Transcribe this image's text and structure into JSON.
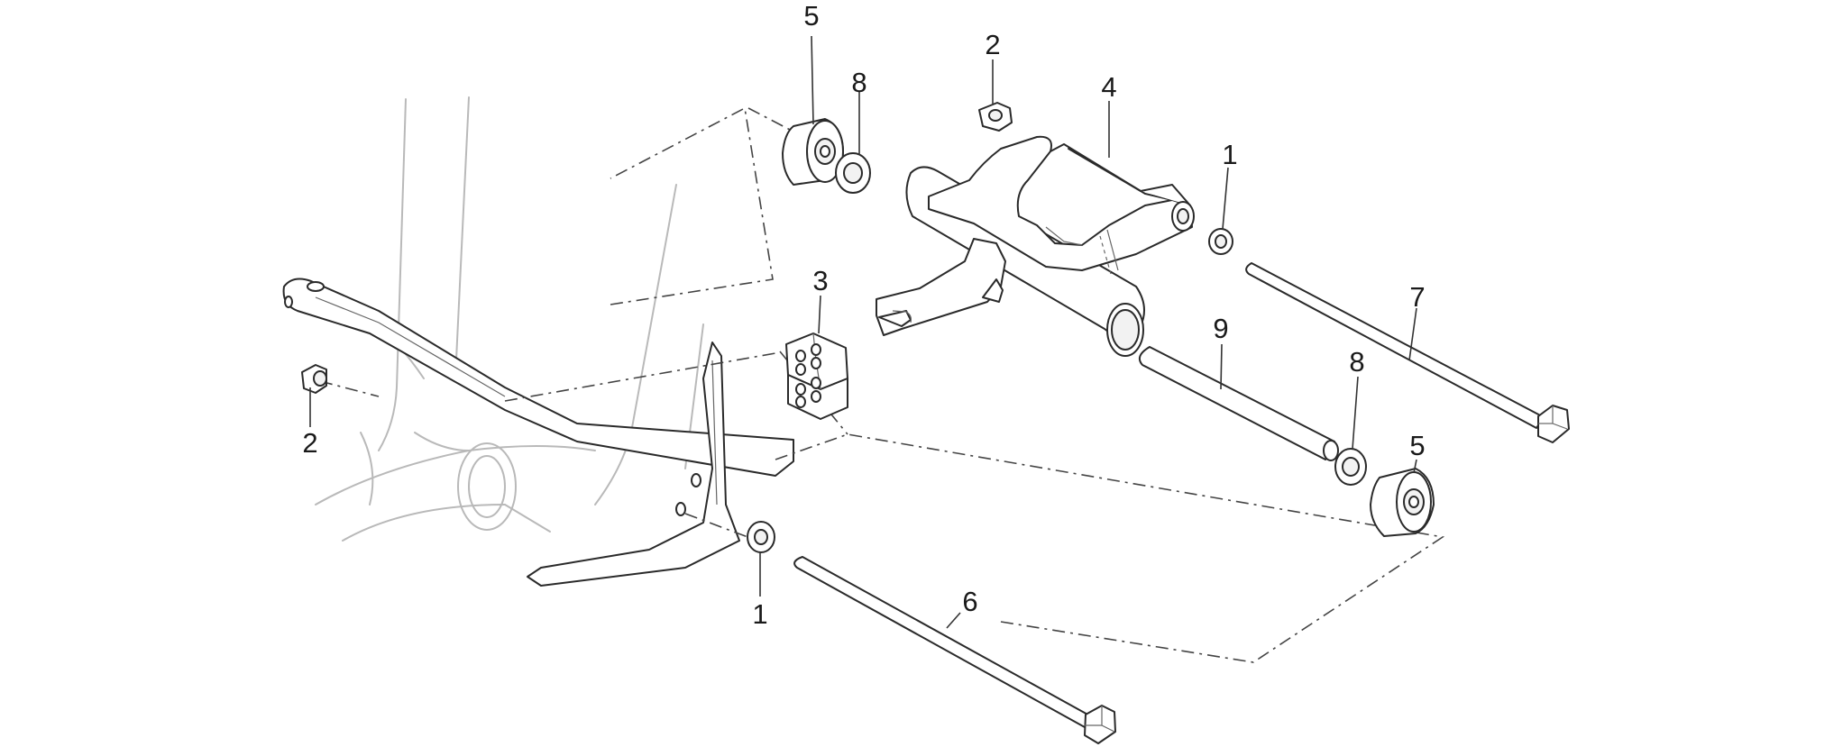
{
  "diagram": {
    "callouts": [
      {
        "id": "callout-5-top",
        "label": "5"
      },
      {
        "id": "callout-8-top",
        "label": "8"
      },
      {
        "id": "callout-2-top",
        "label": "2"
      },
      {
        "id": "callout-4",
        "label": "4"
      },
      {
        "id": "callout-1-right",
        "label": "1"
      },
      {
        "id": "callout-3",
        "label": "3"
      },
      {
        "id": "callout-7",
        "label": "7"
      },
      {
        "id": "callout-9",
        "label": "9"
      },
      {
        "id": "callout-8-bottom",
        "label": "8"
      },
      {
        "id": "callout-5-bottom",
        "label": "5"
      },
      {
        "id": "callout-2-left",
        "label": "2"
      },
      {
        "id": "callout-6",
        "label": "6"
      },
      {
        "id": "callout-1-bottom",
        "label": "1"
      }
    ]
  }
}
